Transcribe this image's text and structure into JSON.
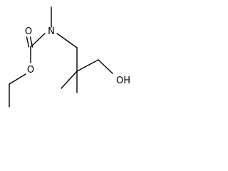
{
  "molecule": {
    "atoms": {
      "carbonyl_o": "O",
      "ester_o": "O",
      "amine_n": "N",
      "hydroxyl": "OH"
    }
  },
  "colors": {
    "bond": "#000000",
    "label": "#000000",
    "background": "#ffffff"
  }
}
